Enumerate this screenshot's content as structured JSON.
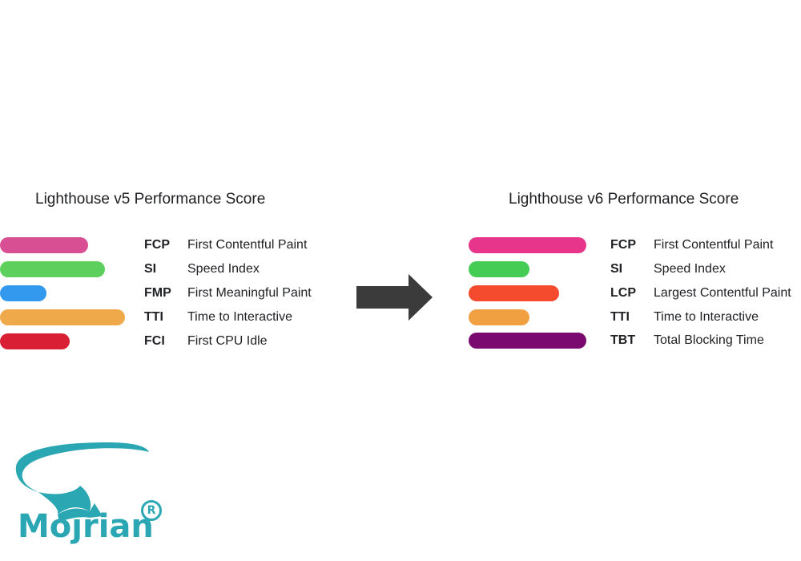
{
  "panels": [
    {
      "title": "Lighthouse v5 Performance Score",
      "metrics": [
        {
          "abbr": "FCP",
          "name": "First Contentful Paint",
          "color": "#d94f94"
        },
        {
          "abbr": "SI",
          "name": "Speed Index",
          "color": "#5ccf5c"
        },
        {
          "abbr": "FMP",
          "name": "First Meaningful Paint",
          "color": "#3399ee"
        },
        {
          "abbr": "TTI",
          "name": "Time to Interactive",
          "color": "#f0a94a"
        },
        {
          "abbr": "FCI",
          "name": "First CPU Idle",
          "color": "#d81f34"
        }
      ]
    },
    {
      "title": "Lighthouse v6 Performance Score",
      "metrics": [
        {
          "abbr": "FCP",
          "name": "First Contentful Paint",
          "color": "#e6358a"
        },
        {
          "abbr": "SI",
          "name": "Speed Index",
          "color": "#44cc55"
        },
        {
          "abbr": "LCP",
          "name": "Largest Contentful Paint",
          "color": "#f44a2e"
        },
        {
          "abbr": "TTI",
          "name": "Time to Interactive",
          "color": "#f0a040"
        },
        {
          "abbr": "TBT",
          "name": "Total Blocking Time",
          "color": "#7a0a70"
        }
      ]
    }
  ],
  "arrow": {
    "icon": "right-arrow-icon",
    "color": "#3b3b3b"
  },
  "logo": {
    "text": "Mojrian",
    "registered_mark": "R",
    "color": "#2aa7b3"
  }
}
